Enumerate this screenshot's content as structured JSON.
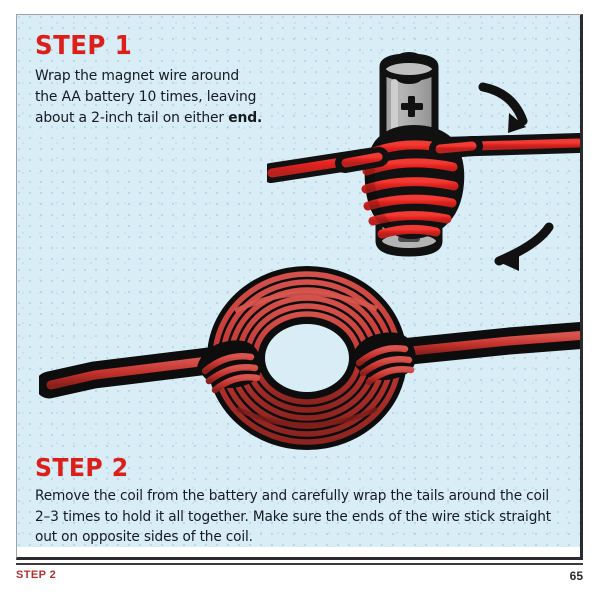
{
  "page": {
    "background_color": "#d9edf7",
    "border_color": "#2b2b2f",
    "accent_red": "#dd1f1a",
    "text_color": "#161a22"
  },
  "step1": {
    "heading": "STEP 1",
    "body_line1": "Wrap the magnet wire around",
    "body_line2": "the AA battery 10 times, leaving",
    "body_line3_pre": "about a 2-inch tail on either ",
    "body_line3_bold": "end."
  },
  "step2": {
    "heading": "STEP 2",
    "body": "Remove the coil from the battery and carefully wrap the tails around the coil 2–3 times to hold it all together. Make sure the ends of the wire stick straight out on opposite sides of the coil."
  },
  "illustrations": {
    "battery": {
      "name": "aa-battery-with-wire-coil",
      "battery_body_color": "#a9a9a9",
      "battery_outline_color": "#111111",
      "wire_color": "#e8201d",
      "wire_outline_color": "#111111",
      "terminal_symbol": "+",
      "arrow_top": "curved-arrow-clockwise-down-right",
      "arrow_bottom": "curved-arrow-pointing-left"
    },
    "coil": {
      "name": "finished-wire-coil-torus",
      "wire_color": "#c33a35",
      "wire_shadow_color": "#8f2622",
      "outline_color": "#111111",
      "tail_left": "wire-tail-left",
      "tail_right": "wire-tail-right",
      "binding_left": "binding-wrap-left",
      "binding_right": "binding-wrap-right"
    }
  },
  "footer": {
    "left_label": "STEP 2",
    "page_number": "65"
  }
}
